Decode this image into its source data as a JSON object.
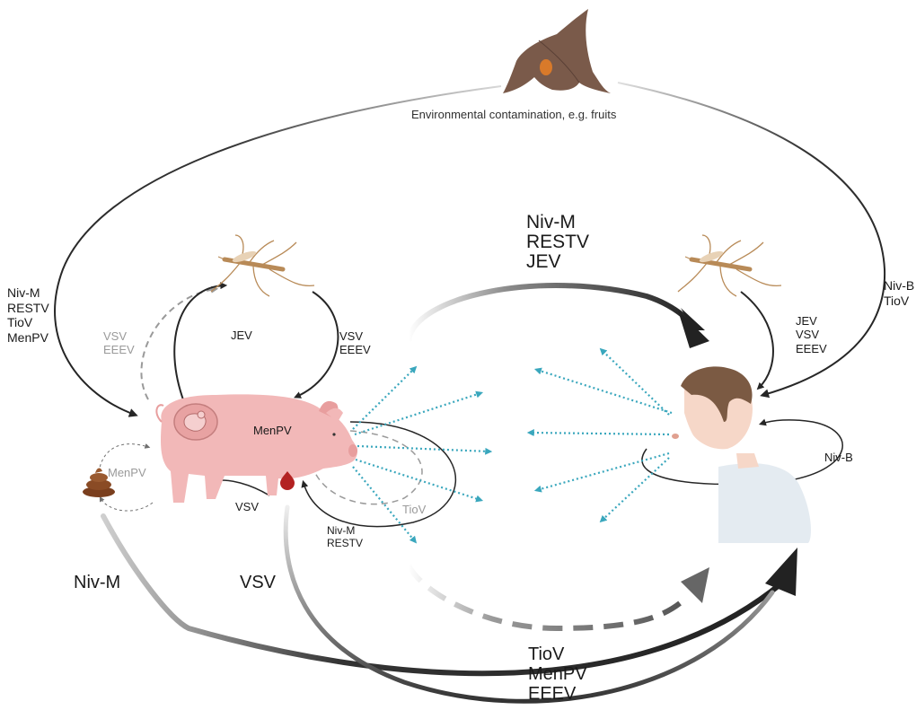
{
  "colors": {
    "arrow_dark": "#262626",
    "arrow_grey": "#8c8c8c",
    "aerosol_teal": "#3aa7bd",
    "pig_pink": "#f2b8b8",
    "mosquito_tan": "#b88a57",
    "bat_brown": "#7a5a4a",
    "feces_brown": "#8a4b25",
    "skin": "#f6d7c8",
    "hair": "#7b5a43"
  },
  "icons": [
    "bat-icon",
    "mosquito-icon",
    "pig-icon",
    "feces-icon",
    "human-icon",
    "fetus-icon",
    "blood-drop-icon"
  ],
  "labels": {
    "environment": "Environmental contamination, e.g. fruits",
    "bat_to_pig": [
      "Niv-M",
      "RESTV",
      "TioV",
      "MenPV"
    ],
    "bat_to_human": [
      "Niv-B",
      "TioV"
    ],
    "pig_to_mosquito_dashed": [
      "VSV",
      "EEEV"
    ],
    "pig_to_mosquito": "JEV",
    "mosquito_to_pig": [
      "VSV",
      "EEEV"
    ],
    "pig_to_human_top": [
      "Niv-M",
      "RESTV",
      "JEV"
    ],
    "mosquito_to_human": [
      "JEV",
      "VSV",
      "EEEV"
    ],
    "fetal": "MenPV",
    "feces_loop": "MenPV",
    "pig_self_loop": "VSV",
    "pig_to_pig_tiov": "TioV",
    "pig_to_pig_niv": [
      "Niv-M",
      "RESTV"
    ],
    "human_to_human": "Niv-B",
    "feces_route": "Niv-M",
    "vsv_route": "VSV",
    "pig_to_human_bottom": [
      "TioV",
      "MenPV",
      "EEEV"
    ]
  }
}
